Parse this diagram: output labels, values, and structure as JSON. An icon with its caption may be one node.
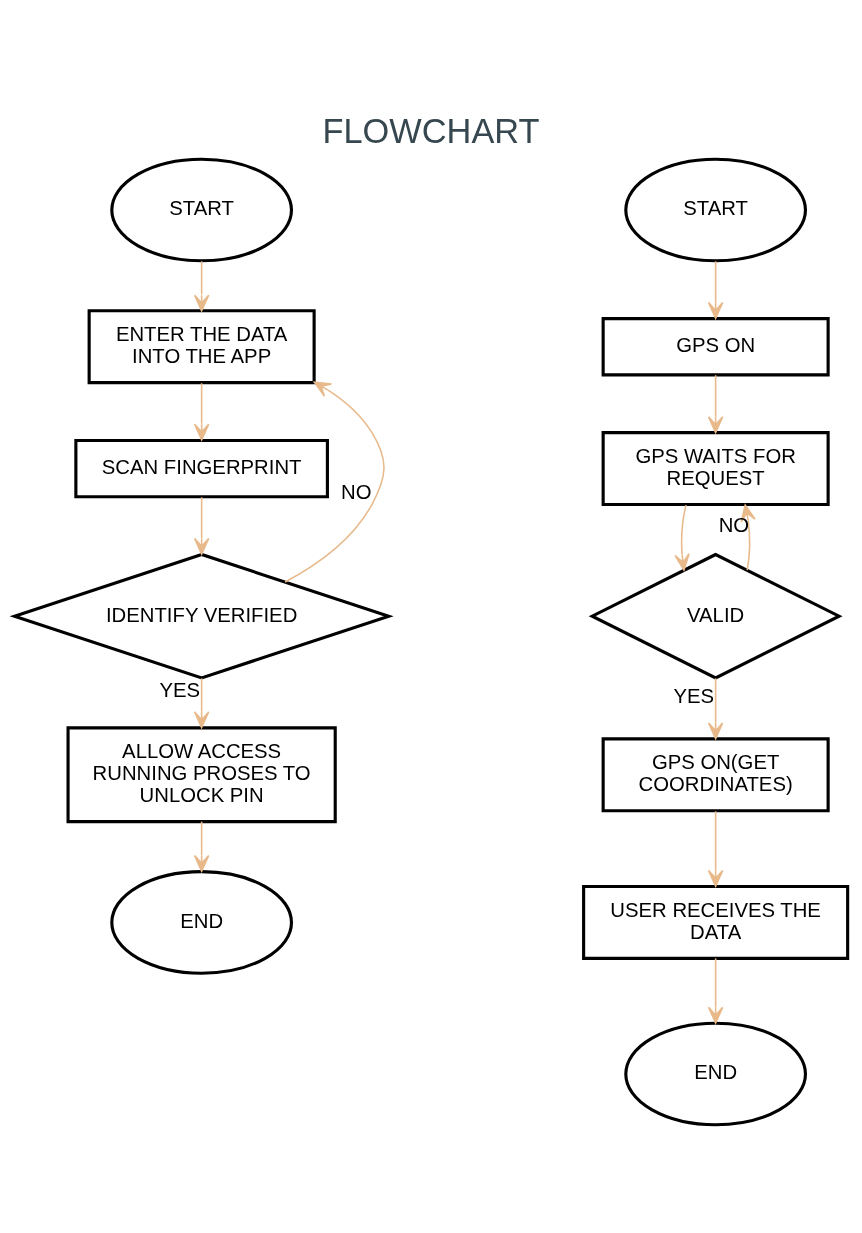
{
  "diagram": {
    "title": "FLOWCHART",
    "nodes": [
      {
        "text": [
          "START"
        ]
      },
      {
        "text": [
          "ENTER THE DATA INTO THE APP"
        ]
      },
      {
        "text": [
          "SCAN FINGERPRINT"
        ]
      },
      {
        "text": [
          "IDENTIFY VERIFIED"
        ]
      },
      {
        "text": [
          "ALLOW ACCESS RUNNING PROSES TO UNLOCK PIN"
        ]
      },
      {
        "text": [
          "END"
        ]
      },
      {
        "text": [
          "START"
        ]
      },
      {
        "text": [
          "GPS ON"
        ]
      },
      {
        "text": [
          "GPS WAITS FOR REQUEST"
        ]
      },
      {
        "text": [
          "VALID"
        ]
      },
      {
        "text": [
          "GPS ON(GET COORDINATES)"
        ]
      },
      {
        "text": [
          "USER RECEIVES THE DATA"
        ]
      },
      {
        "text": [
          "END"
        ]
      }
    ],
    "edges": [
      {
        "from": 0,
        "to": 1,
        "arrow": "to"
      },
      {
        "from": 1,
        "to": 2,
        "arrow": "to"
      },
      {
        "from": 2,
        "to": 3,
        "arrow": "to"
      },
      {
        "from": 3,
        "to": 1,
        "arrow": "to",
        "label": "NO"
      },
      {
        "from": 3,
        "to": 4,
        "arrow": "to",
        "label": "YES"
      },
      {
        "from": 4,
        "to": 5,
        "arrow": "to"
      },
      {
        "from": 6,
        "to": 7,
        "arrow": "to"
      },
      {
        "from": 7,
        "to": 8,
        "arrow": "to"
      },
      {
        "from": 8,
        "to": 9,
        "arrow": "to"
      },
      {
        "from": 9,
        "to": 8,
        "arrow": "to",
        "label": "NO"
      },
      {
        "from": 9,
        "to": 10,
        "arrow": "to",
        "label": "YES"
      },
      {
        "from": 10,
        "to": 11,
        "arrow": "to"
      },
      {
        "from": 11,
        "to": 12,
        "arrow": "to"
      }
    ]
  }
}
